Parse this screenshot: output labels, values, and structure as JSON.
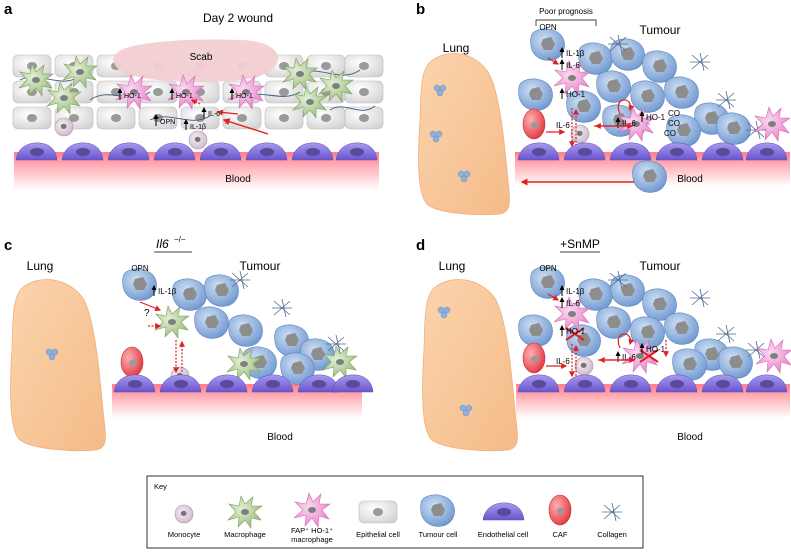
{
  "panels": {
    "a": {
      "letter": "a",
      "title": "Day 2 wound",
      "scab": "Scab",
      "blood": "Blood",
      "ho1": "HO-1",
      "opn": "OPN",
      "il6": "IL-6",
      "il1b": "IL-1β",
      "q": "?"
    },
    "b": {
      "letter": "b",
      "lung": "Lung",
      "tumour": "Tumour",
      "blood": "Blood",
      "poor": "Poor prognosis",
      "opn": "OPN",
      "il1b": "IL-1β",
      "il6": "IL-6",
      "ho1": "HO-1",
      "co": "CO"
    },
    "c": {
      "letter": "c",
      "title": "Il6",
      "sup": "−/−",
      "lung": "Lung",
      "tumour": "Tumour",
      "blood": "Blood",
      "opn": "OPN",
      "il1b": "IL-1β",
      "q": "?"
    },
    "d": {
      "letter": "d",
      "title": "+SnMP",
      "lung": "Lung",
      "tumour": "Tumour",
      "blood": "Blood",
      "opn": "OPN",
      "il1b": "IL-1β",
      "il6": "IL-6",
      "ho1": "HO-1"
    }
  },
  "key": {
    "title": "Key",
    "items": [
      "Monocyte",
      "Macrophage",
      "FAP⁺ HO-1⁺",
      "macrophage",
      "Epithelial cell",
      "Tumour cell",
      "Endothelial cell",
      "CAF",
      "Collagen"
    ]
  },
  "colors": {
    "blood": "#ff8a95",
    "endothelial": "#8f7fe0",
    "tumour": "#7aa3d8",
    "macrophage": "#a8c88a",
    "ho1_macrophage": "#ef8ad0",
    "epithelial": "#dcdcdc",
    "caf": "#e8474f",
    "lung": "#f8c79a",
    "scab": "#f2d0d2",
    "arrow": "#e02020"
  }
}
